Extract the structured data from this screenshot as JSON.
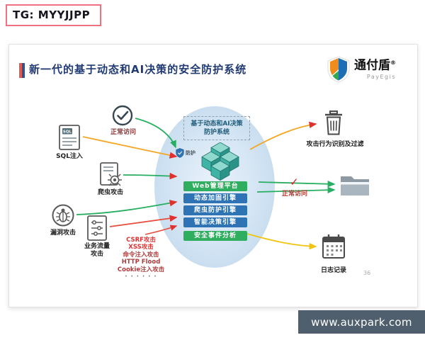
{
  "overlay": {
    "tg_label": "TG: MYYJJPP",
    "watermark": "www.auxpark.com"
  },
  "slide": {
    "title": "新一代的基于动态和AI决策的安全防护系统",
    "page_number": "36",
    "logo": {
      "name": "通付盾",
      "reg": "®",
      "subtitle": "PayEgis"
    },
    "left": {
      "normal_access_label": "正常访问",
      "sql_icon_text": "SQL",
      "sql_injection_label": "SQL注入",
      "crawler_attack_label": "爬虫攻击",
      "vulnerability_attack_label": "漏洞攻击",
      "traffic_attack_label_line1": "业务流量",
      "traffic_attack_label_line2": "攻击",
      "attack_list": [
        "CSRF攻击",
        "XSS攻击",
        "命令注入攻击",
        "HTTP Flood",
        "Cookie注入攻击",
        "· · · · · ·"
      ]
    },
    "center": {
      "system_title_line1": "基于动态和AI决策",
      "system_title_line2": "防护系统",
      "shield_label": "防护",
      "modules": [
        {
          "label": "Web管理平台",
          "type": "green"
        },
        {
          "label": "动态加固引擎",
          "type": "blue"
        },
        {
          "label": "爬虫防护引擎",
          "type": "blue"
        },
        {
          "label": "智能决策引擎",
          "type": "blue"
        },
        {
          "label": "安全事件分析",
          "type": "green"
        }
      ]
    },
    "right": {
      "filter_label": "攻击行为识别及过滤",
      "normal_access_check": "✓",
      "normal_access_label": "正常访问",
      "log_label": "日志记录"
    }
  },
  "colors": {
    "module_green": "#2fae5f",
    "module_blue": "#2e74b5",
    "attack_red": "#c0392b",
    "normal_green": "#27ae60",
    "warning_orange": "#f5a623",
    "log_yellow": "#f1c40f",
    "ellipse_blue": "#d8e7f5",
    "title_navy": "#203a74",
    "watermark_bg": "#4f5f6e",
    "tg_border": "#ef7080"
  }
}
